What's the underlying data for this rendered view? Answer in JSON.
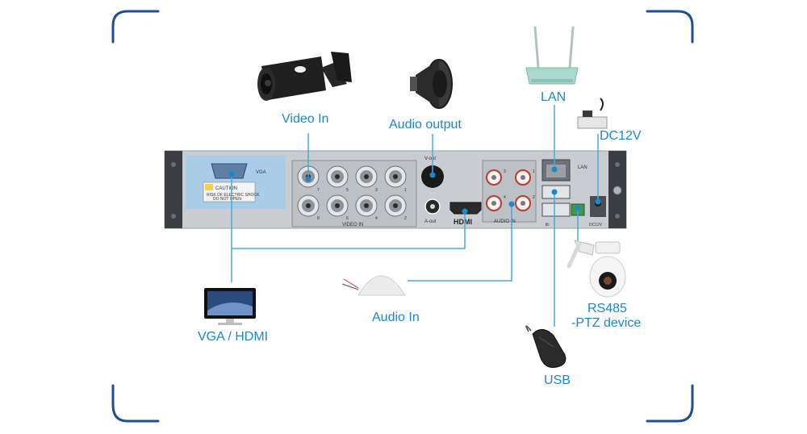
{
  "labels": {
    "video_in": "Video In",
    "audio_output": "Audio output",
    "lan": "LAN",
    "dc12v": "DC12V",
    "vga_hdmi": "VGA / HDMI",
    "audio_in": "Audio In",
    "rs485_line1": "RS485",
    "rs485_line2": "-PTZ device",
    "usb": "USB"
  },
  "panel": {
    "vga": "VGA",
    "caution": "CAUTION",
    "caution_line1": "RISK OF ELECTRIC SHOCK",
    "caution_line2": "DO NOT OPEN",
    "video_in": "VIDEO IN",
    "v_out": "V-out",
    "a_out": "A-out",
    "hdmi": "HDMI",
    "audio_in": "AUDIO IN",
    "lan": "LAN",
    "dc12v": "DC12V",
    "bnc_top": [
      "7",
      "5",
      "3",
      "1"
    ],
    "bnc_bottom": [
      "8",
      "6",
      "4",
      "2"
    ],
    "audio_top": [
      "3",
      "1"
    ],
    "audio_bottom": [
      "4",
      "2"
    ]
  },
  "colors": {
    "accent": "#1c87c9",
    "line": "#4aa8dc",
    "frame": "#1f4f8f",
    "panel": "#c9cdd2",
    "vga_zone": "#a9cde9"
  },
  "icons": [
    "camera-icon",
    "speaker-icon",
    "router-icon",
    "power-adapter-icon",
    "monitor-icon",
    "microphone-icon",
    "ptz-camera-icon",
    "mouse-icon"
  ]
}
